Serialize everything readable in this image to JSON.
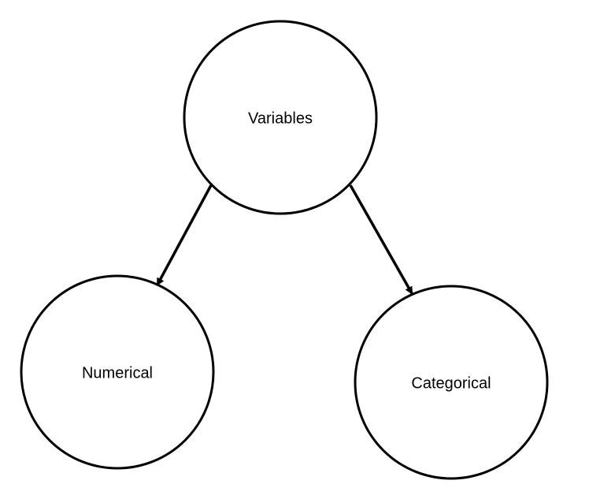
{
  "diagram": {
    "nodes": [
      {
        "id": "variables",
        "label": "Variables"
      },
      {
        "id": "numerical",
        "label": "Numerical"
      },
      {
        "id": "categorical",
        "label": "Categorical"
      }
    ],
    "edges": [
      {
        "from": "variables",
        "to": "numerical"
      },
      {
        "from": "variables",
        "to": "categorical"
      }
    ],
    "colors": {
      "stroke": "#000000",
      "fill": "#ffffff",
      "text": "#000000"
    }
  }
}
